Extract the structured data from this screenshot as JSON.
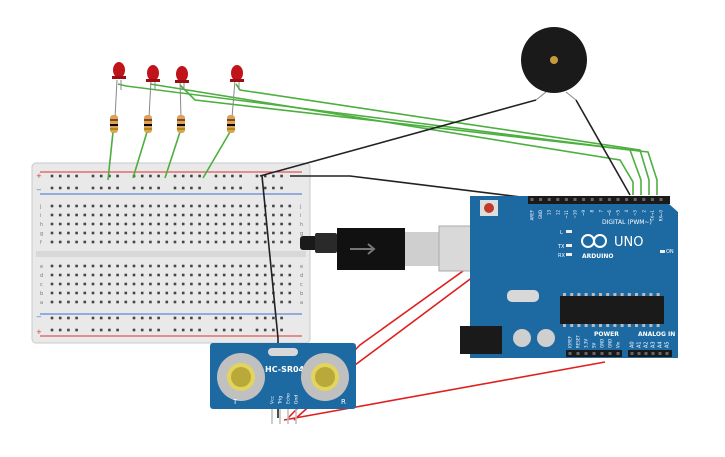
{
  "arduino": {
    "brand": "UNO",
    "logo_text": "ARDUINO",
    "digital_header": "DIGITAL (PWM~)",
    "analog_header": "ANALOG IN",
    "power_header": "POWER",
    "led_l": "L",
    "led_tx": "TX",
    "led_rx": "RX",
    "led_on": "ON",
    "digital_pins": [
      "AREF",
      "GND",
      "13",
      "12",
      "~11",
      "~10",
      "~9",
      "8",
      "7",
      "~6",
      "~5",
      "4",
      "~3",
      "2",
      "TX→1",
      "RX←0"
    ],
    "power_pins": [
      "IOREF",
      "RESET",
      "3.3V",
      "5V",
      "GND",
      "GND",
      "Vin"
    ],
    "analog_pins": [
      "A0",
      "A1",
      "A2",
      "A3",
      "A4",
      "A5"
    ]
  },
  "sensor": {
    "model": "HC-SR04",
    "left_mark": "T",
    "right_mark": "R",
    "pins": [
      "Vcc",
      "Trig",
      "Echo",
      "Gnd"
    ]
  },
  "breadboard": {
    "row_letters_top": [
      "j",
      "i",
      "h",
      "g",
      "f"
    ],
    "row_letters_bottom": [
      "e",
      "d",
      "c",
      "b",
      "a"
    ],
    "column_count": 30
  },
  "colors": {
    "board_blue": "#1d6aa3",
    "wire_green": "#4caf3f",
    "wire_black": "#222222",
    "wire_red": "#e02020",
    "led_red": "#c0141a"
  },
  "icons": {
    "logo": "infinity-logo-icon",
    "reset": "reset-button-icon",
    "buzzer": "piezo-buzzer-icon"
  }
}
